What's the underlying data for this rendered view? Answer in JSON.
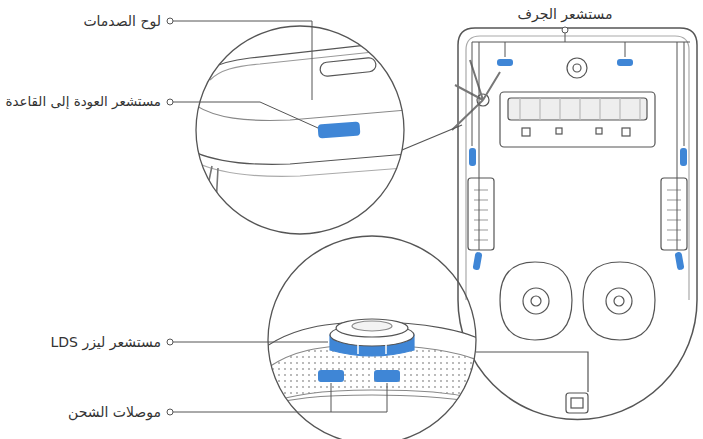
{
  "diagram": {
    "labels": [
      "لوح الصدمات",
      "مستشعر العودة إلى القاعدة",
      "مستشعر الجرف",
      "مستشعر ليزر LDS",
      "موصلات الشحن"
    ]
  }
}
